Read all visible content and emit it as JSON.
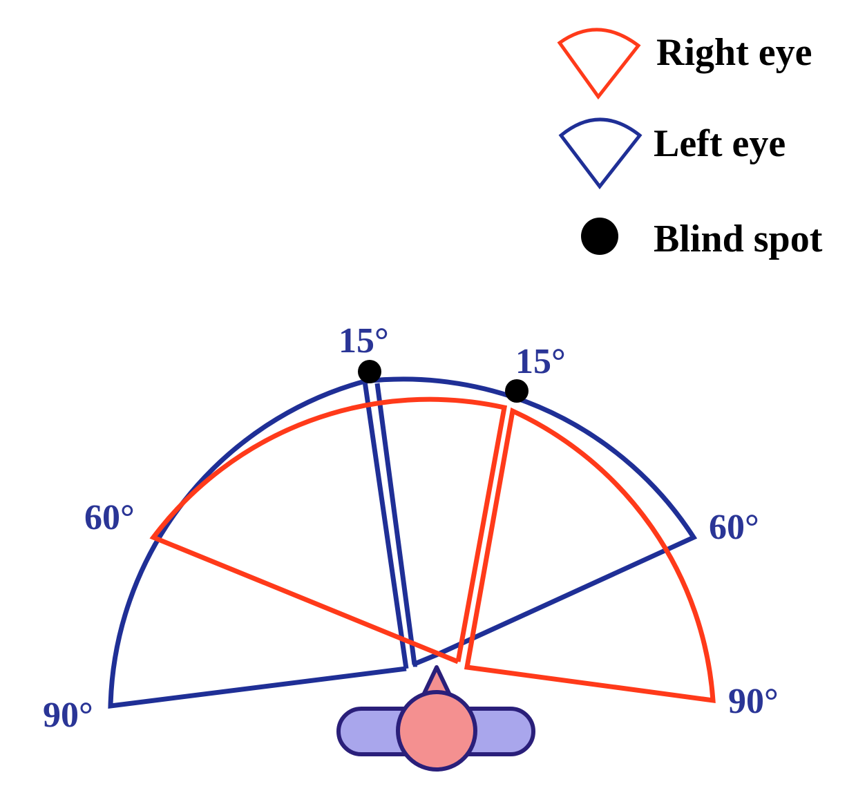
{
  "legend": {
    "right_eye": "Right eye",
    "left_eye": "Left eye",
    "blind_spot": "Blind spot"
  },
  "angle_labels": {
    "left_blind_spot": "15°",
    "right_blind_spot": "15°",
    "left_60": "60°",
    "right_60": "60°",
    "left_90": "90°",
    "right_90": "90°"
  },
  "colors": {
    "right_eye": "#ff3a1a",
    "left_eye": "#1f2f96",
    "blind_spot": "#000000",
    "head": "#f49090",
    "head_outline": "#2a1f7a",
    "shoulders": "#a9a6ec",
    "angle_label": "#2a3596"
  }
}
